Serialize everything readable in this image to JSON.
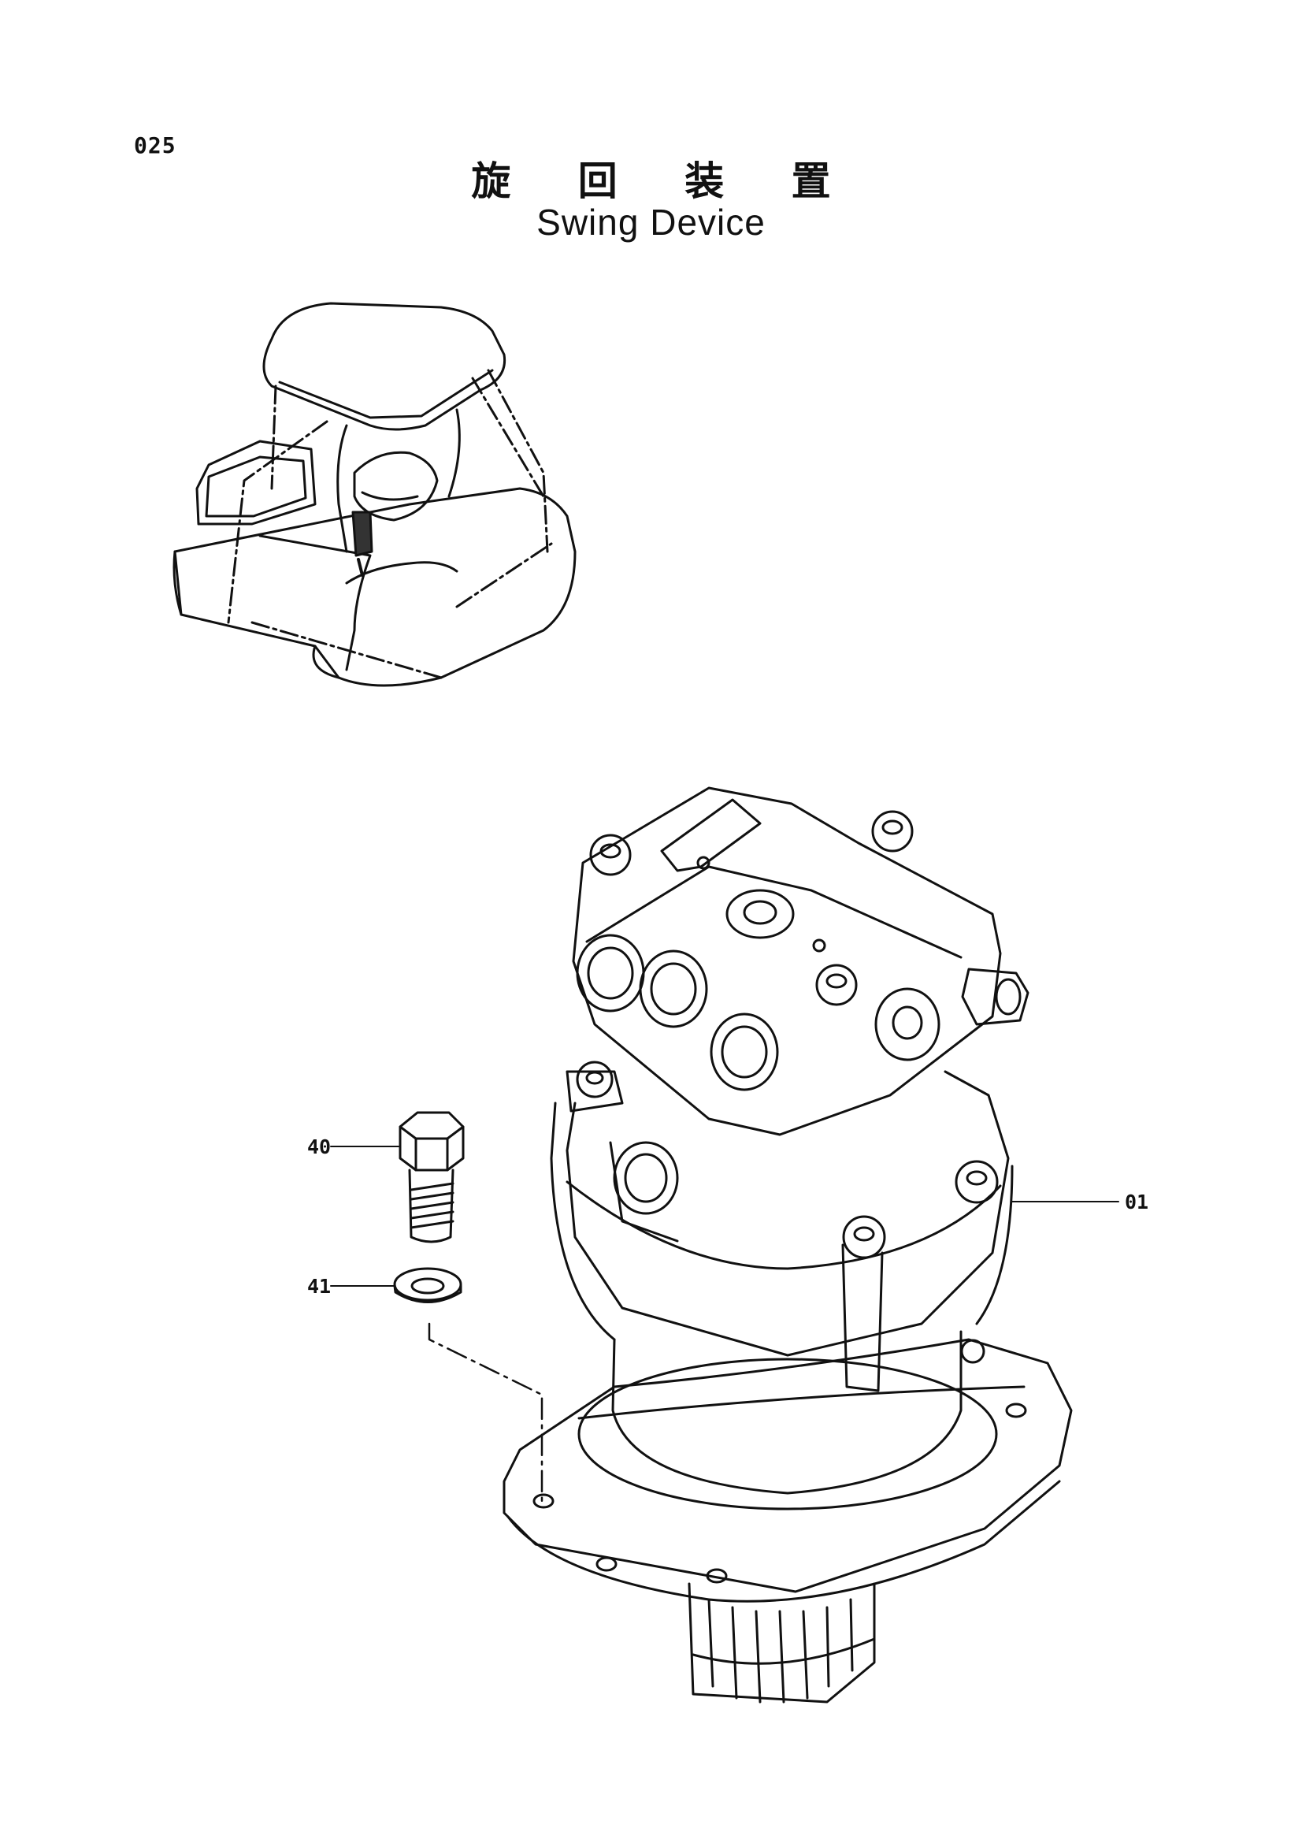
{
  "page": {
    "number": "025",
    "title_ja": "旋 回 装 置",
    "title_en": "Swing Device"
  },
  "callouts": [
    {
      "id": "01",
      "label": "01"
    },
    {
      "id": "40",
      "label": "40"
    },
    {
      "id": "41",
      "label": "41"
    }
  ],
  "icons": {
    "location": "machine-upper-structure-icon",
    "main": "swing-motor-assembly-icon",
    "bolt": "hex-bolt-icon",
    "washer": "washer-icon"
  }
}
